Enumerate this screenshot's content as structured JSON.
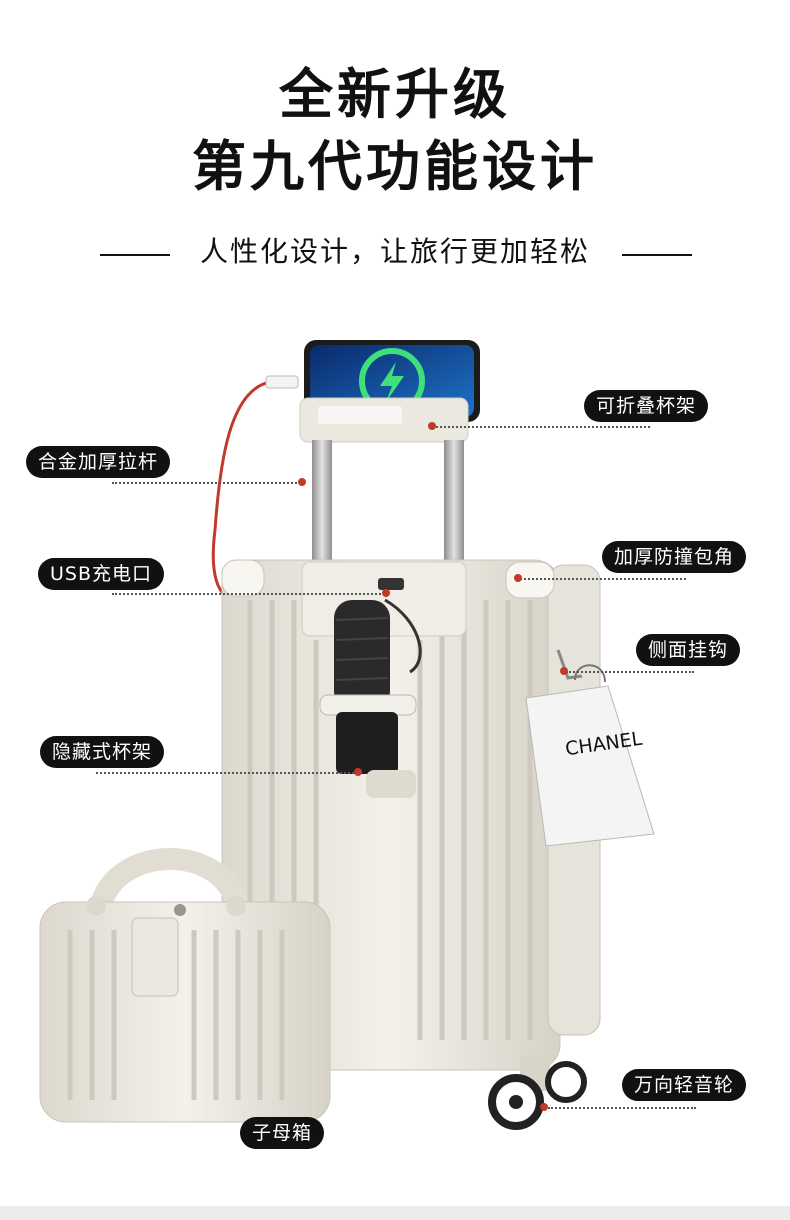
{
  "header": {
    "title_line1": "全新升级",
    "title_line2": "第九代功能设计",
    "subtitle": "人性化设计，让旅行更加轻松"
  },
  "callouts": {
    "foldable_cup_holder": "可折叠杯架",
    "alloy_handle": "合金加厚拉杆",
    "usb_port": "USB充电口",
    "reinforced_corners": "加厚防撞包角",
    "side_hook": "侧面挂钩",
    "hidden_cup_holder": "隐藏式杯架",
    "silent_wheels": "万向轻音轮",
    "mini_case": "子母箱"
  },
  "bag_logo_text": "CHANEL",
  "colors": {
    "background": "#ffffff",
    "callout_bg": "#111111",
    "callout_text": "#ffffff",
    "accent_dot": "#c0392b",
    "suitcase": "#e9e6de"
  }
}
